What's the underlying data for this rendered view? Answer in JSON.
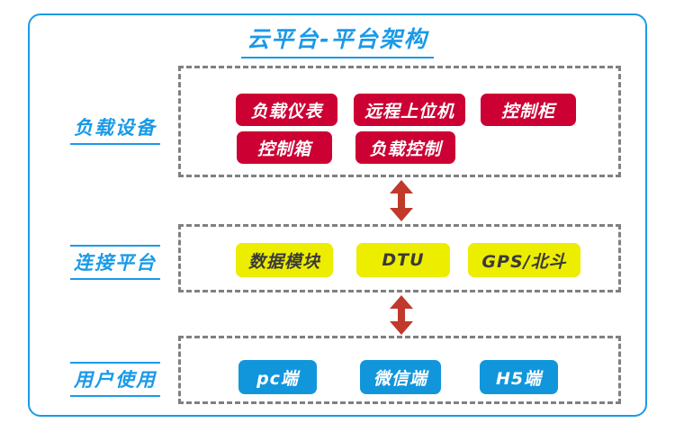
{
  "diagram": {
    "title": "云平台-平台架构",
    "frame_color": "#1a9ae8",
    "rows": [
      {
        "label": "负载设备",
        "label_style": "underline-only",
        "chip_color": "#cc0033",
        "chip_text_color": "#ffffff",
        "chips": [
          "负载仪表",
          "远程上位机",
          "控制柜",
          "控制箱",
          "负载控制"
        ]
      },
      {
        "label": "连接平台",
        "label_style": "overline-underline",
        "chip_color": "#eded00",
        "chip_text_color": "#3a3a3a",
        "chips": [
          "数据模块",
          "DTU",
          "GPS/北斗"
        ]
      },
      {
        "label": "用户使用",
        "label_style": "overline-underline",
        "chip_color": "#1296db",
        "chip_text_color": "#ffffff",
        "chips": [
          "pc端",
          "微信端",
          "H5端"
        ]
      }
    ],
    "connectors": [
      {
        "name": "double-arrow-load-to-platform",
        "color": "#c0392b",
        "direction": "bidirectional"
      },
      {
        "name": "double-arrow-platform-to-user",
        "color": "#c0392b",
        "direction": "bidirectional"
      }
    ]
  }
}
